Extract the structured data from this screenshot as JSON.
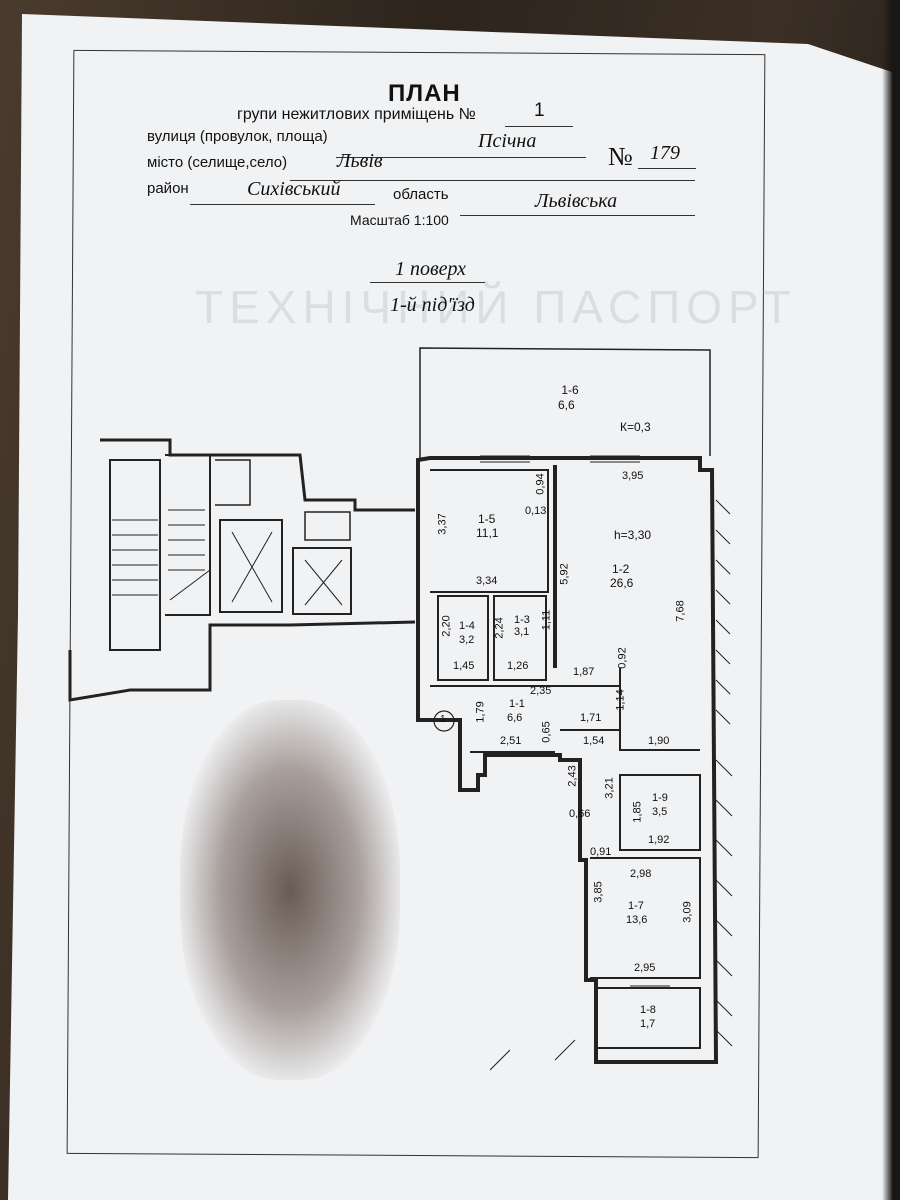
{
  "header": {
    "title": "ПЛАН",
    "subtitle": "групи нежитлових приміщень №",
    "group_number": "1",
    "street_label": "вулиця (провулок, площа)",
    "street_value": "Псiчна",
    "number_label": "№",
    "number_value": "179",
    "city_label": "місто (селище,село)",
    "city_value": "Львiв",
    "district_label": "район",
    "district_value": "Сихiвський",
    "region_label": "область",
    "region_value": "Львiвська",
    "scale": "Масштаб 1:100"
  },
  "floor": {
    "floor_label": "1 поверх",
    "entrance_label": "1-й пiд'їзд"
  },
  "watermark": {
    "big": "ТЕХНIЧНИЙ ПАСПОРТ"
  },
  "rooms": [
    {
      "id": "1-6",
      "area": "6,6"
    },
    {
      "id": "1-5",
      "area": "11,1"
    },
    {
      "id": "1-2",
      "area": "26,6"
    },
    {
      "id": "1-4",
      "area": "3,2"
    },
    {
      "id": "1-3",
      "area": "3,1"
    },
    {
      "id": "1-1",
      "area": "6,6"
    },
    {
      "id": "1-9",
      "area": "3,5"
    },
    {
      "id": "1-7",
      "area": "13,6"
    },
    {
      "id": "1-8",
      "area": "1,7"
    }
  ],
  "annotations": {
    "k_coef": "К=0,3",
    "height": "h=3,30",
    "marker": "1"
  },
  "dims": {
    "d395": "3,95",
    "d094": "0,94",
    "d013": "0,13",
    "d337": "3,37",
    "d334": "3,34",
    "d592": "5,92",
    "d768": "7,68",
    "d220": "2,20",
    "d224": "2,24",
    "d111": "1,11",
    "d145": "1,45",
    "d126": "1,26",
    "d187": "1,87",
    "d092": "0,92",
    "d235": "2,35",
    "d114": "1,14",
    "d179": "1,79",
    "d171": "1,71",
    "d251": "2,51",
    "d065": "0,65",
    "d154": "1,54",
    "d190": "1,90",
    "d243": "2,43",
    "d321": "3,21",
    "d066": "0,66",
    "d185": "1,85",
    "d192": "1,92",
    "d091": "0,91",
    "d298": "2,98",
    "d385": "3,85",
    "d309": "3,09",
    "d295": "2,95"
  }
}
